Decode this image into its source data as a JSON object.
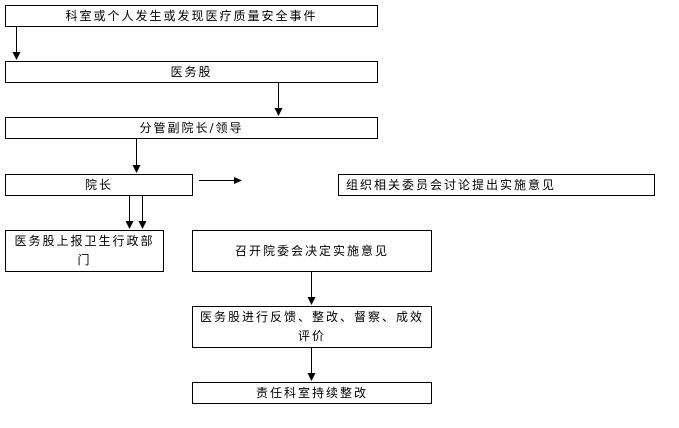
{
  "diagram": {
    "type": "flowchart",
    "nodes": [
      {
        "id": "event",
        "text": "科室或个人发生或发现医疗质量安全事件"
      },
      {
        "id": "medical-affairs",
        "text": "医务股"
      },
      {
        "id": "vice-president",
        "text": "分管副院长/领导"
      },
      {
        "id": "president",
        "text": "院长"
      },
      {
        "id": "committee",
        "text": "组织相关委员会讨论提出实施意见"
      },
      {
        "id": "report-health-dept",
        "text": "医务股上报卫生行政部门"
      },
      {
        "id": "hospital-meeting",
        "text": "召开院委会决定实施意见"
      },
      {
        "id": "feedback",
        "text": "医务股进行反馈、整改、督察、成效评价"
      },
      {
        "id": "continuous-improvement",
        "text": "责任科室持续整改"
      }
    ],
    "edges": [
      {
        "from": "event",
        "to": "medical-affairs"
      },
      {
        "from": "medical-affairs",
        "to": "vice-president"
      },
      {
        "from": "vice-president",
        "to": "president"
      },
      {
        "from": "president",
        "to": "committee"
      },
      {
        "from": "president",
        "to": "report-health-dept"
      },
      {
        "from": "president",
        "to": "report-health-dept"
      },
      {
        "from": "hospital-meeting",
        "to": "feedback"
      },
      {
        "from": "feedback",
        "to": "continuous-improvement"
      }
    ]
  }
}
